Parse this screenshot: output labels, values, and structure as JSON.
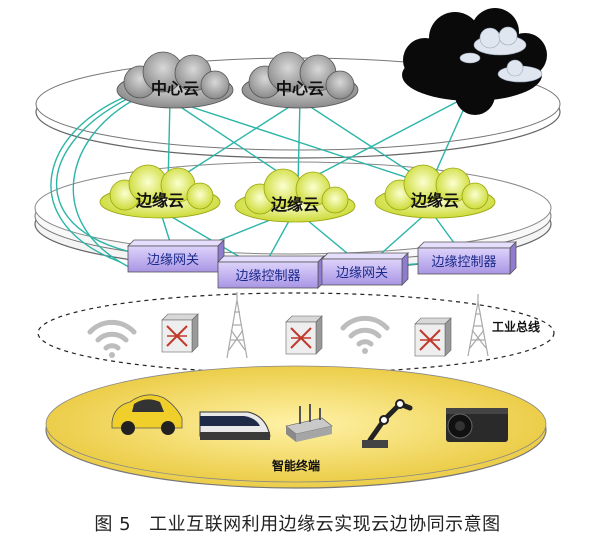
{
  "diagram": {
    "clouds": {
      "center_left": "中心云",
      "center_mid": "中心云"
    },
    "edge_clouds": [
      "边缘云",
      "边缘云",
      "边缘云"
    ],
    "boxes": [
      "边缘网关",
      "边缘控制器",
      "边缘网关",
      "边缘控制器"
    ],
    "bus_label": "工业总线",
    "terminal_label": "智能终端"
  },
  "caption": {
    "number": "图 5",
    "text": "工业互联网利用边缘云实现云边协同示意图"
  },
  "colors": {
    "center_cloud": "#9a9a9a",
    "dark_cloud": "#0a0a0a",
    "edge_cloud": "#dfe83a",
    "box": "#b9a9e6",
    "line": "#2bb5a8",
    "terminal_plate": "#f3d65a"
  }
}
